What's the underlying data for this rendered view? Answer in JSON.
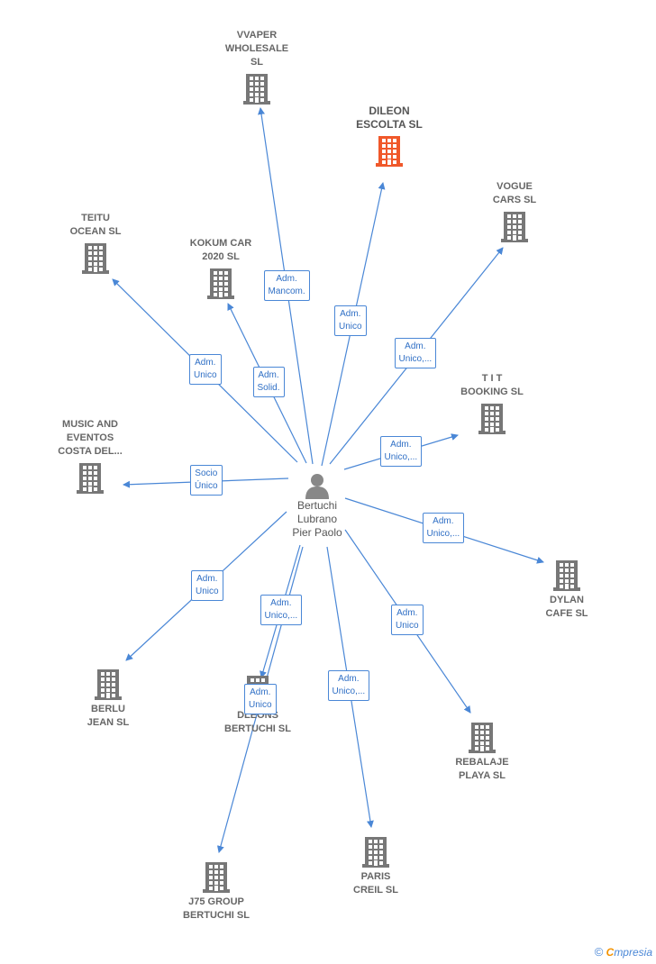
{
  "colors": {
    "edge": "#4a87d6",
    "company": "#777777",
    "highlight": "#f0582a",
    "person": "#888888"
  },
  "person": {
    "name": "Bertuchi\nLubrano\nPier Paolo"
  },
  "companies": [
    {
      "id": "vvaper",
      "name": "VVAPER\nWHOLESALE\nSL",
      "highlight": false
    },
    {
      "id": "dileon",
      "name": "DILEON\nESCOLTA  SL",
      "highlight": true
    },
    {
      "id": "vogue",
      "name": "VOGUE\nCARS SL",
      "highlight": false
    },
    {
      "id": "teitu",
      "name": "TEITU\nOCEAN  SL",
      "highlight": false
    },
    {
      "id": "kokum",
      "name": "KOKUM CAR\n2020 SL",
      "highlight": false
    },
    {
      "id": "tit",
      "name": "T I T\nBOOKING  SL",
      "highlight": false
    },
    {
      "id": "music",
      "name": "MUSIC AND\nEVENTOS\nCOSTA DEL...",
      "highlight": false
    },
    {
      "id": "dylan",
      "name": "DYLAN\nCAFE  SL",
      "highlight": false
    },
    {
      "id": "berlu",
      "name": "BERLU\nJEAN SL",
      "highlight": false
    },
    {
      "id": "dleons",
      "name": "DLEONS\nBERTUCHI  SL",
      "highlight": false
    },
    {
      "id": "rebalaje",
      "name": "REBALAJE\nPLAYA SL",
      "highlight": false
    },
    {
      "id": "paris",
      "name": "PARIS\nCREIL  SL",
      "highlight": false
    },
    {
      "id": "j75",
      "name": "J75 GROUP\nBERTUCHI  SL",
      "highlight": false
    }
  ],
  "relations": [
    {
      "to": "vvaper",
      "label": "Adm.\nMancom."
    },
    {
      "to": "dileon",
      "label": "Adm.\nUnico"
    },
    {
      "to": "vogue",
      "label": "Adm.\nUnico,..."
    },
    {
      "to": "teitu",
      "label": "Adm.\nUnico"
    },
    {
      "to": "kokum",
      "label": "Adm.\nSolid."
    },
    {
      "to": "tit",
      "label": "Adm.\nUnico,..."
    },
    {
      "to": "music",
      "label": "Socio\nÚnico"
    },
    {
      "to": "dylan",
      "label": "Adm.\nUnico,..."
    },
    {
      "to": "berlu",
      "label": "Adm.\nUnico"
    },
    {
      "to": "dleons",
      "label": "Adm.\nUnico,..."
    },
    {
      "to": "rebalaje",
      "label": "Adm.\nUnico"
    },
    {
      "to": "paris",
      "label": "Adm.\nUnico,..."
    },
    {
      "to": "j75",
      "label": "Adm.\nUnico"
    }
  ],
  "footer": {
    "copyright": "©",
    "brand_first": "C",
    "brand_rest": "mpresia"
  }
}
